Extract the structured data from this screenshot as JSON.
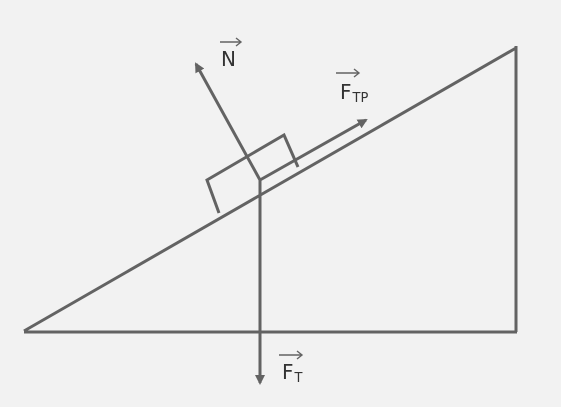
{
  "colors": {
    "background": "#f2f2f2",
    "stroke": "#636363",
    "text": "#333333"
  },
  "labels": {
    "normal_force": {
      "main": "N",
      "sub": ""
    },
    "parallel_force": {
      "main": "F",
      "sub": "TP"
    },
    "weight_force": {
      "main": "F",
      "sub": "T"
    }
  }
}
